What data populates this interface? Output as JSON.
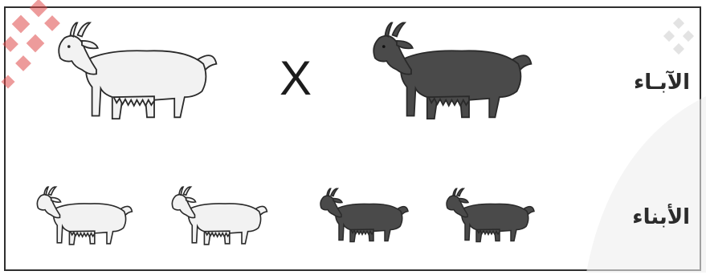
{
  "rows": {
    "parents_label": "الآبـاء",
    "children_label": "الأبناء"
  },
  "cross_symbol": "X",
  "colors": {
    "white_goat": "#f2f2f2",
    "black_goat": "#4a4a4a",
    "outline": "#2a2a2a",
    "watermark": "#e04a4a"
  },
  "parents": [
    {
      "coat": "white",
      "icon": "white-goat-icon"
    },
    {
      "coat": "black",
      "icon": "black-goat-icon"
    }
  ],
  "offspring": [
    {
      "coat": "white",
      "icon": "white-goat-icon"
    },
    {
      "coat": "white",
      "icon": "white-goat-icon"
    },
    {
      "coat": "black",
      "icon": "black-goat-icon"
    },
    {
      "coat": "black",
      "icon": "black-goat-icon"
    }
  ]
}
